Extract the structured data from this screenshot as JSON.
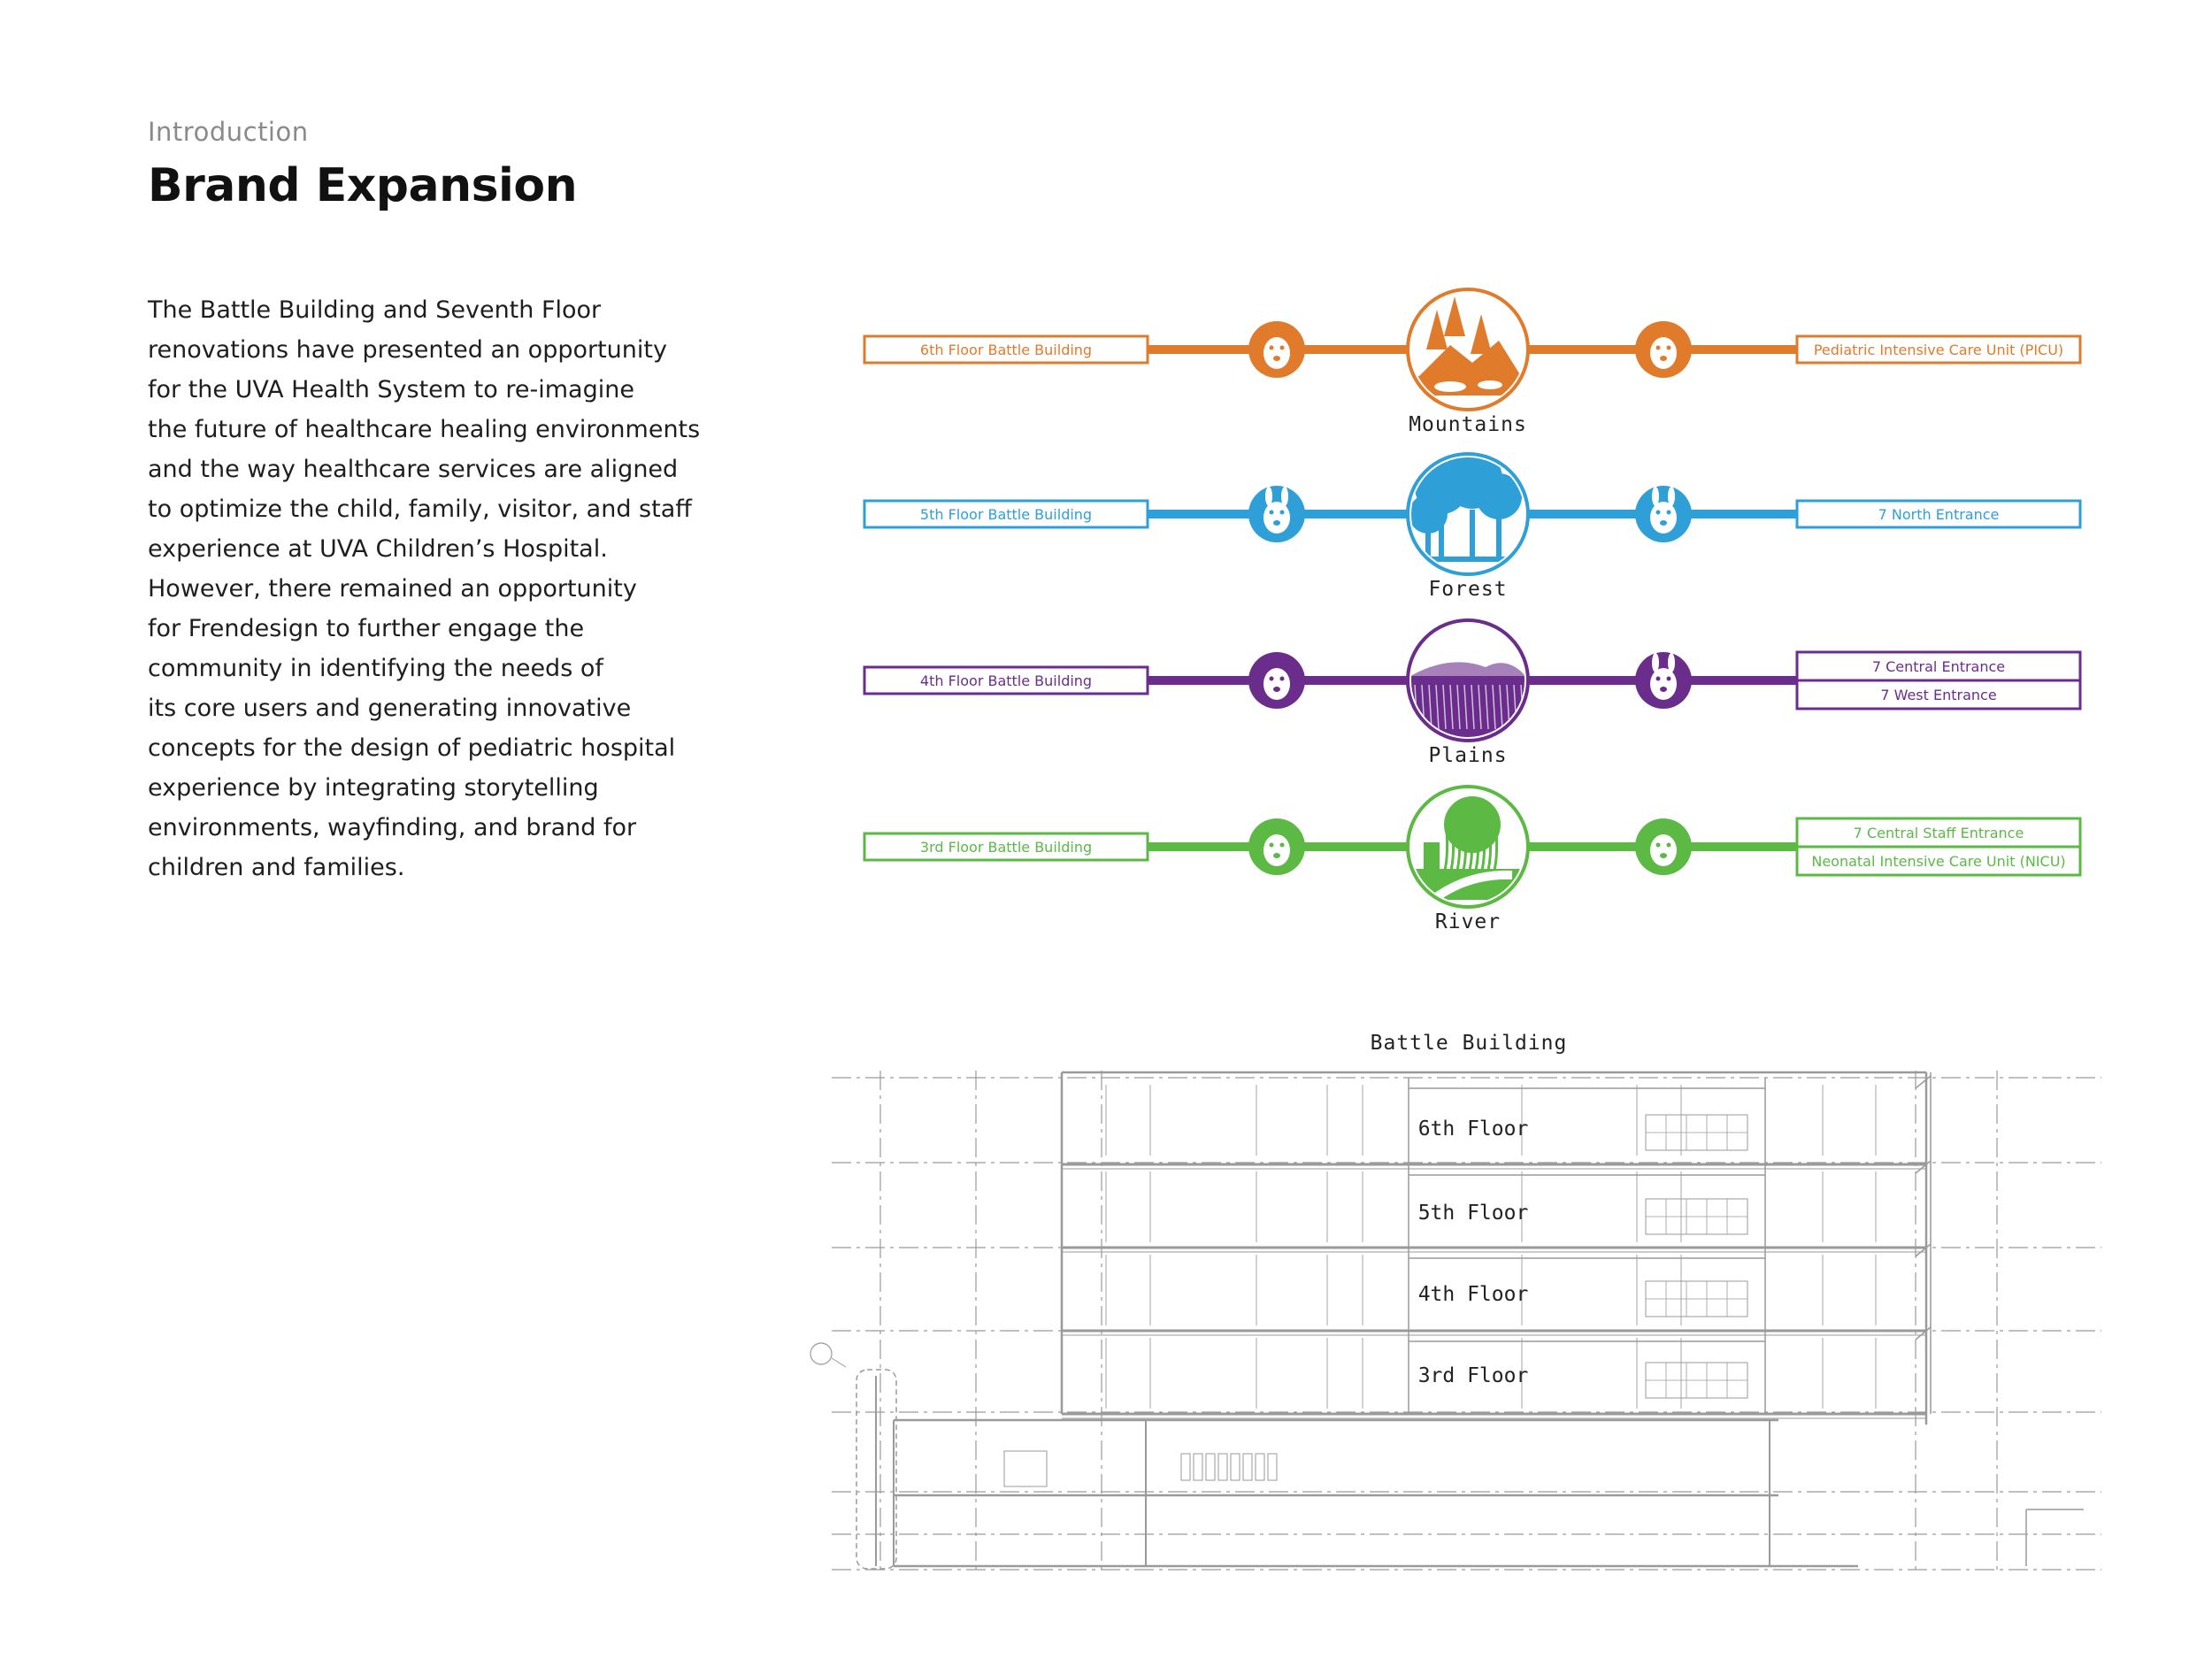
{
  "header": {
    "eyebrow": "Introduction",
    "title": "Brand Expansion"
  },
  "body_lines": [
    "The Battle Building and Seventh Floor",
    "renovations have presented an opportunity",
    "for the UVA Health System to re-imagine",
    "the future of healthcare healing environments",
    "and the way healthcare services are aligned",
    "to optimize the child, family, visitor, and staff",
    "experience at UVA Children’s Hospital.",
    "However, there remained an opportunity",
    "for Frendesign to further engage the",
    "community in identifying the needs of",
    "its core users and generating innovative",
    "concepts for the design of pediatric hospital",
    "experience by integrating storytelling",
    "environments, wayfinding, and brand for",
    "children and families."
  ],
  "themes": [
    {
      "floor_label": "6th Floor Battle Building",
      "theme": "Mountains",
      "color": "#e07b2c",
      "left_icon": "eagle-icon",
      "center_icon": "mountain-landscape-icon",
      "right_icon": "bear-icon",
      "destinations": [
        "Pediatric Intensive Care Unit (PICU)"
      ]
    },
    {
      "floor_label": "5th Floor Battle Building",
      "theme": "Forest",
      "color": "#2f9fd8",
      "left_icon": "deer-icon",
      "center_icon": "forest-landscape-icon",
      "right_icon": "fox-icon",
      "destinations": [
        "7 North Entrance"
      ]
    },
    {
      "floor_label": "4th Floor Battle Building",
      "theme": "Plains",
      "color": "#6b2d8c",
      "left_icon": "bird-icon",
      "center_icon": "plains-landscape-icon",
      "right_icon": "rabbit-icon",
      "destinations": [
        "7 Central Entrance",
        "7 West Entrance"
      ]
    },
    {
      "floor_label": "3rd Floor Battle Building",
      "theme": "River",
      "color": "#5bb944",
      "left_icon": "otter-icon",
      "center_icon": "river-landscape-icon",
      "right_icon": "goose-icon",
      "destinations": [
        "7 Central Staff Entrance",
        "Neonatal Intensive Care Unit (NICU)"
      ]
    }
  ],
  "section": {
    "title": "Battle Building",
    "floors": [
      "6th Floor",
      "5th Floor",
      "4th Floor",
      "3rd Floor"
    ]
  }
}
